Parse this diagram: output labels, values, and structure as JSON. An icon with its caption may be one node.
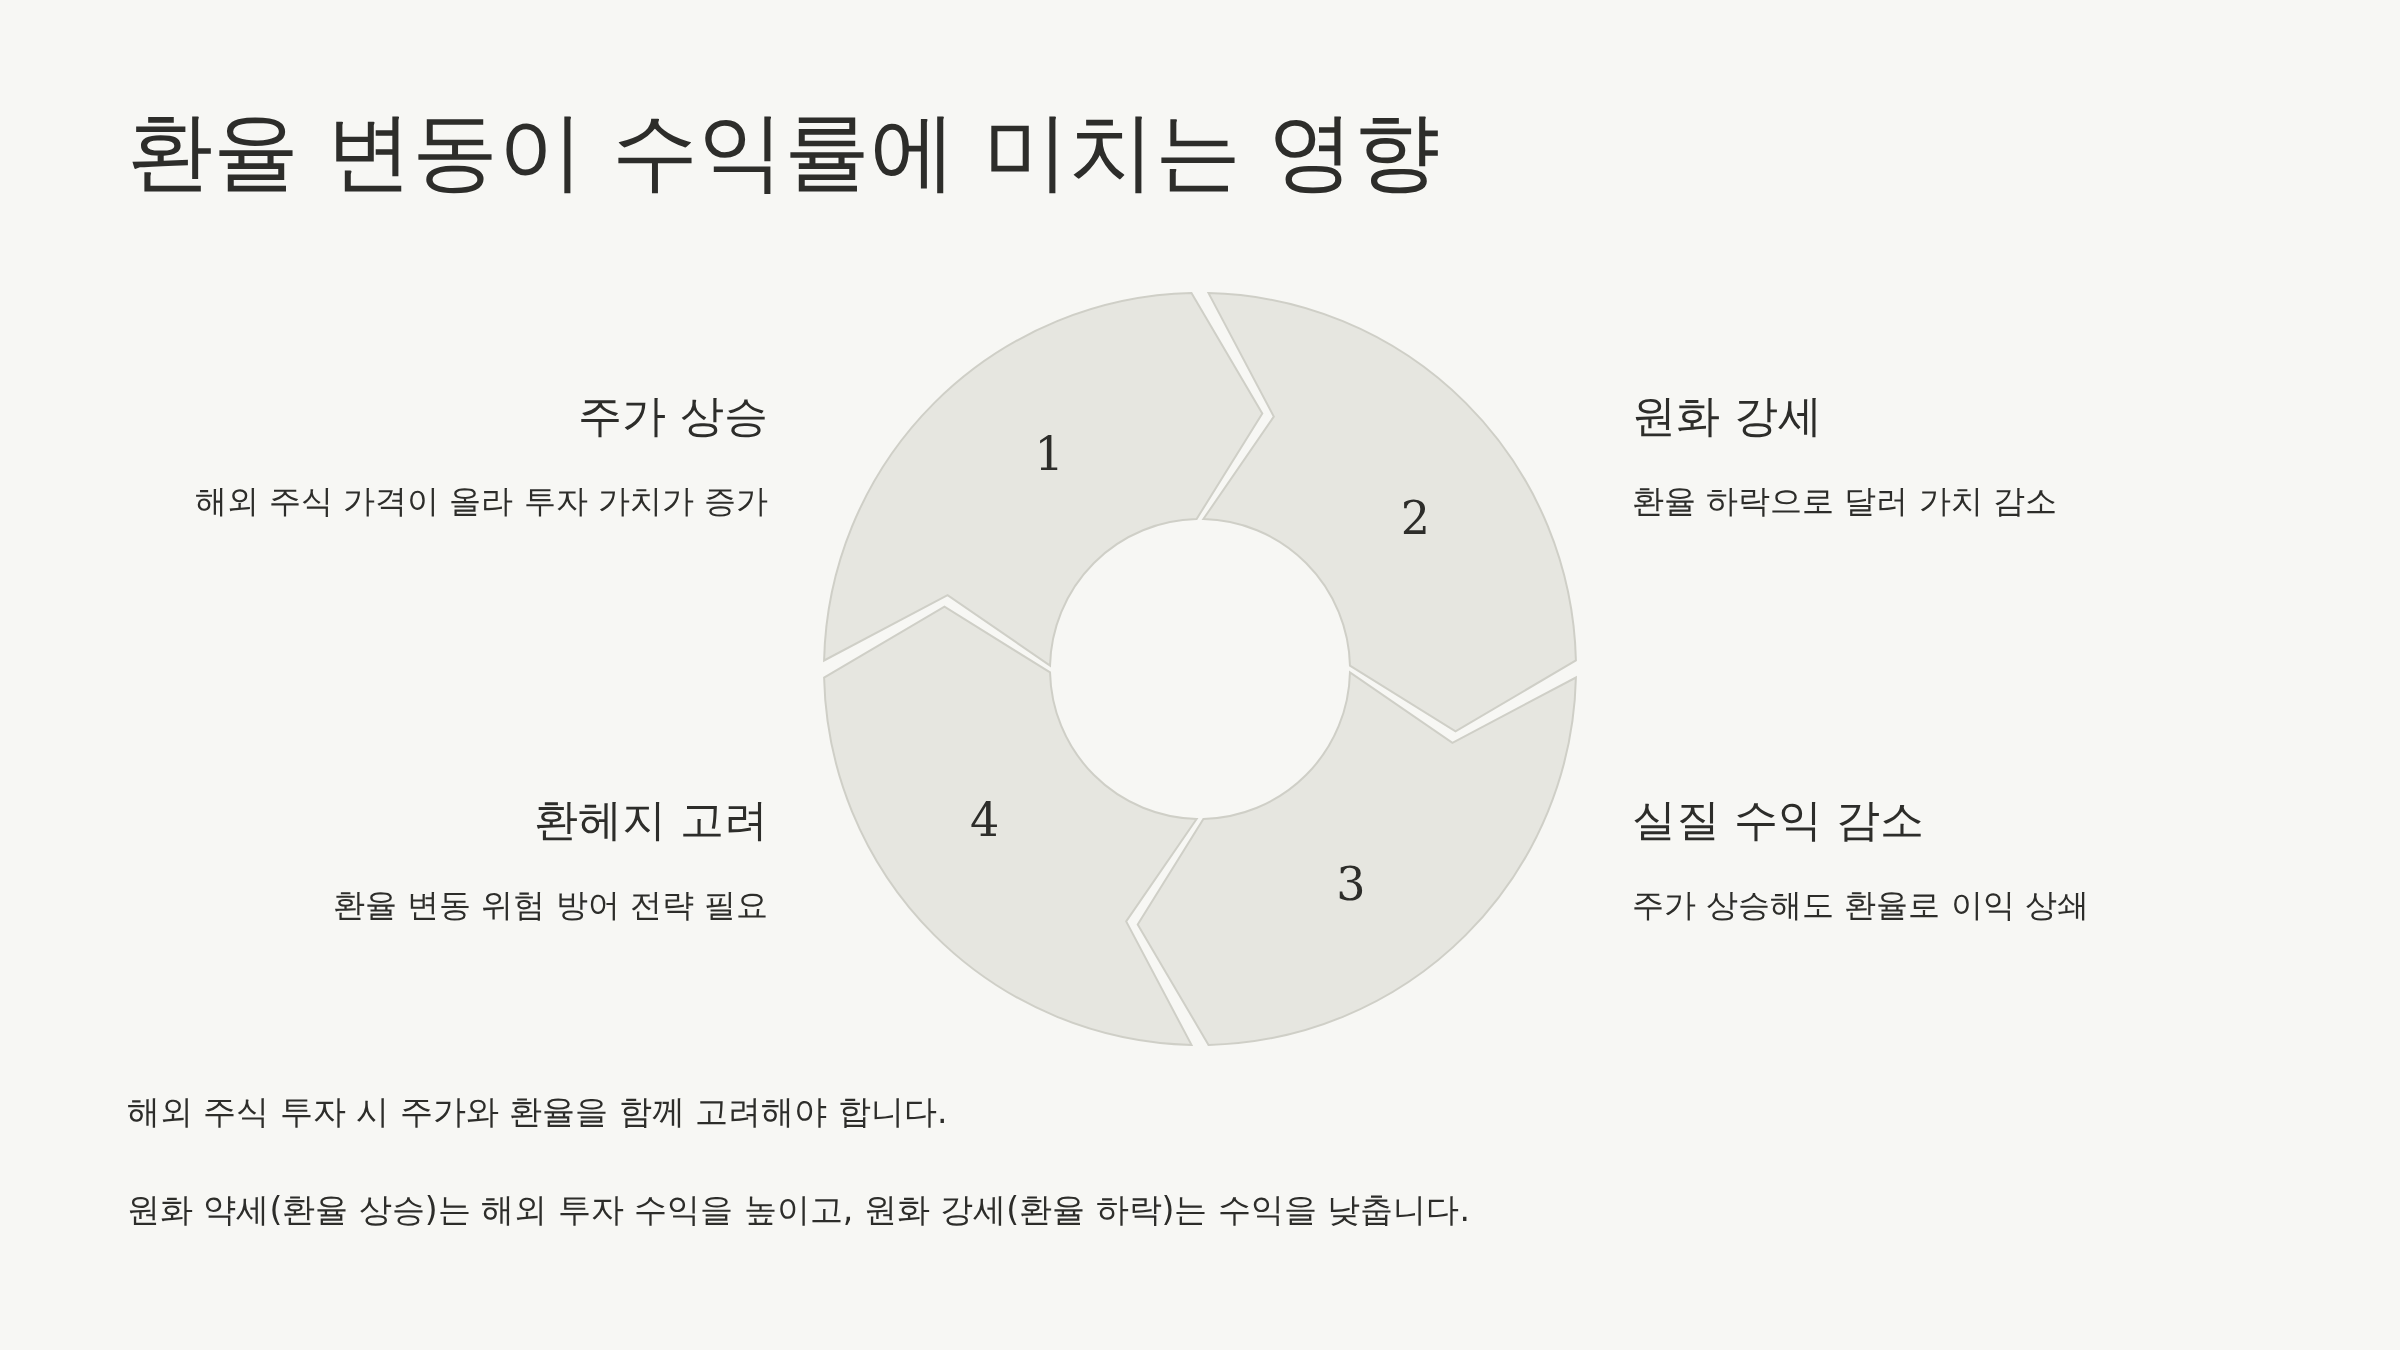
{
  "diagram": {
    "title": "환율 변동이 수익률에 미치는 영향",
    "nodes": [
      {
        "text": [
          "1"
        ],
        "beside": [
          "주가 상승",
          "해외 주식 가격이 올라 투자 가치가 증가"
        ]
      },
      {
        "text": [
          "2"
        ],
        "beside": [
          "원화 강세",
          "환율 하락으로 달러 가치 감소"
        ]
      },
      {
        "text": [
          "3"
        ],
        "beside": [
          "실질 수익 감소",
          "주가 상승해도 환율로 이익 상쇄"
        ]
      },
      {
        "text": [
          "4"
        ],
        "beside": [
          "환헤지 고려",
          "환율 변동 위험 방어 전략 필요"
        ]
      }
    ],
    "labels": [
      "해외 주식 투자 시 주가와 환율을 함께 고려해야 합니다.",
      "원화 약세(환율 상승)는 해외 투자 수익을 높이고, 원화 강세(환율 하락)는 수익을 낮춥니다."
    ]
  }
}
